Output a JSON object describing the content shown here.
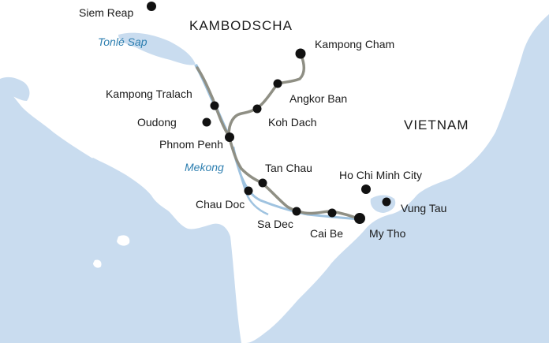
{
  "colors": {
    "sea": "#c9dcef",
    "land": "#ffffff",
    "river": "#8f8f84",
    "river_water": "#9fc3e0",
    "stop": "#111111",
    "water_label": "#2e7fb0"
  },
  "countries": {
    "cambodia": "KAMBODSCHA",
    "vietnam": "VIETNAM"
  },
  "water_bodies": {
    "lake": "Tonlé Sap",
    "river": "Mekong"
  },
  "places": [
    {
      "name": "Siem Reap"
    },
    {
      "name": "Kampong Cham"
    },
    {
      "name": "Angkor Ban"
    },
    {
      "name": "Kampong Tralach"
    },
    {
      "name": "Koh Dach"
    },
    {
      "name": "Oudong"
    },
    {
      "name": "Phnom Penh"
    },
    {
      "name": "Tan Chau"
    },
    {
      "name": "Chau Doc"
    },
    {
      "name": "Ho Chi Minh City"
    },
    {
      "name": "Vung Tau"
    },
    {
      "name": "Sa Dec"
    },
    {
      "name": "Cai Be"
    },
    {
      "name": "My Tho"
    }
  ]
}
